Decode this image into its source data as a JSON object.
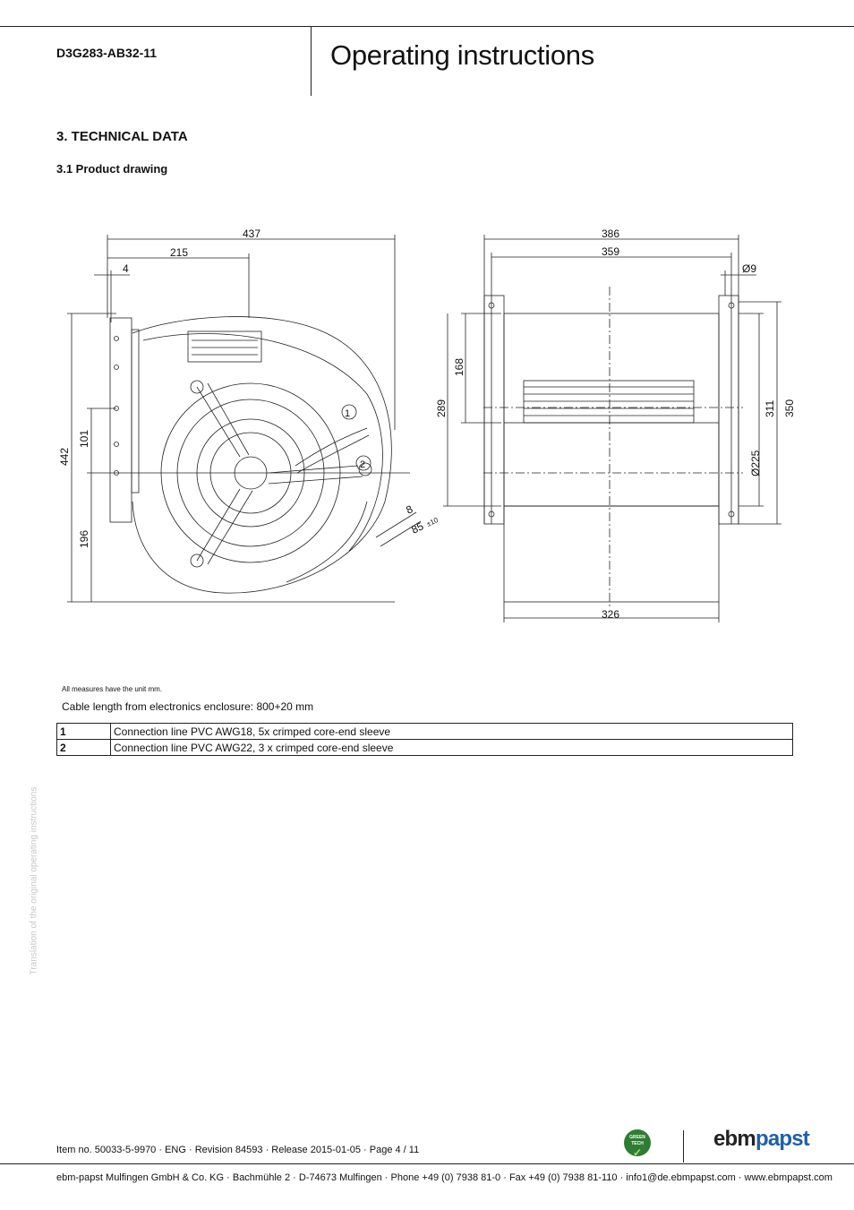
{
  "header": {
    "model": "D3G283-AB32-11",
    "title": "Operating instructions"
  },
  "section": {
    "heading": "3. TECHNICAL DATA",
    "subheading": "3.1 Product drawing"
  },
  "drawing": {
    "left_view": {
      "dims": [
        "437",
        "215",
        "4",
        "442",
        "101",
        "196",
        "8",
        "85",
        "±10"
      ],
      "callouts": [
        "1",
        "2"
      ]
    },
    "right_view": {
      "dims": [
        "386",
        "359",
        "Ø9",
        "168",
        "289",
        "311",
        "350",
        "Ø225",
        "326"
      ]
    }
  },
  "notes": {
    "units": "All measures have the unit mm.",
    "cable": "Cable length from electronics enclosure: 800+20 mm"
  },
  "legend": [
    {
      "num": "1",
      "text": "Connection line PVC AWG18, 5x crimped core-end sleeve"
    },
    {
      "num": "2",
      "text": "Connection line PVC AWG22, 3 x crimped core-end sleeve"
    }
  ],
  "sidebar_note": "Translation of the original operating instructions",
  "footer": {
    "item_line": "Item no. 50033-5-9970 · ENG · Revision 84593 · Release 2015-01-05 · Page 4 / 11",
    "company_line": "ebm-papst Mulfingen GmbH & Co. KG · Bachmühle 2 · D-74673 Mulfingen · Phone +49 (0) 7938 81-0 · Fax +49 (0) 7938 81-110 · info1@de.ebmpapst.com · www.ebmpapst.com"
  },
  "logos": {
    "greentech": "GREEN TECH",
    "brand_part1": "ebm",
    "brand_part2": "papst"
  },
  "colors": {
    "brand_blue": "#1f5fa8",
    "greentech_green": "#2e7d32"
  }
}
